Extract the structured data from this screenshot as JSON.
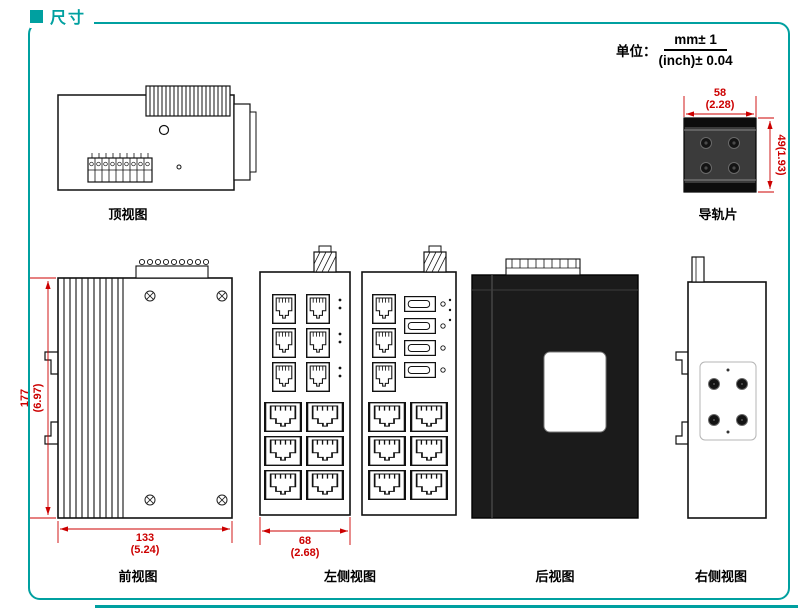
{
  "page": {
    "title": "尺寸",
    "unit": {
      "label": "单位：",
      "mm": "mm± 1",
      "inch": "(inch)± 0.04"
    },
    "colors": {
      "accent": "#00a0a0",
      "dimension": "#cc0000",
      "line": "#111111"
    }
  },
  "views": {
    "top": {
      "label": "顶视图"
    },
    "rail_clip": {
      "label": "导轨片",
      "width_mm": "58",
      "width_inch": "(2.28)",
      "height_mm": "49",
      "height_inch": "(1.93)"
    },
    "front": {
      "label": "前视图",
      "height_mm": "177",
      "height_inch": "(6.97)",
      "width_mm": "133",
      "width_inch": "(5.24)"
    },
    "left_side": {
      "label": "左侧视图",
      "depth_mm": "68",
      "depth_inch": "(2.68)"
    },
    "rear": {
      "label": "后视图"
    },
    "right_side": {
      "label": "右侧视图"
    }
  }
}
